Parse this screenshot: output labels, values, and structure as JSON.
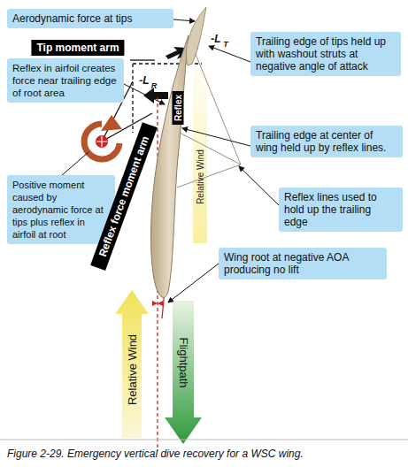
{
  "diagram": {
    "caption": "Figure 2-29. Emergency vertical dive recovery for a WSC wing.",
    "nodes": [
      {
        "text": [
          "Aerodynamic force at tips"
        ]
      },
      {
        "text": [
          "Trailing edge of tips held up with washout struts at negative angle of attack"
        ]
      },
      {
        "text": [
          "Reflex in airfoil creates force near trailing edge of root area"
        ]
      },
      {
        "text": [
          "Trailing edge at center of wing held up by reflex lines."
        ]
      },
      {
        "text": [
          "Positive moment caused by aerodynamic force at tips plus reflex in airfoil at root"
        ]
      },
      {
        "text": [
          "Reflex lines used to hold up the trailing edge"
        ]
      },
      {
        "text": [
          "Wing root at negative AOA producing no lift"
        ]
      }
    ],
    "labels": [
      "Tip moment arm",
      "-L",
      "T",
      "-L",
      "R",
      "Reflex",
      "Relative Wind",
      "Reflex force moment arm",
      "Relative Wind",
      "Flightpath"
    ]
  }
}
